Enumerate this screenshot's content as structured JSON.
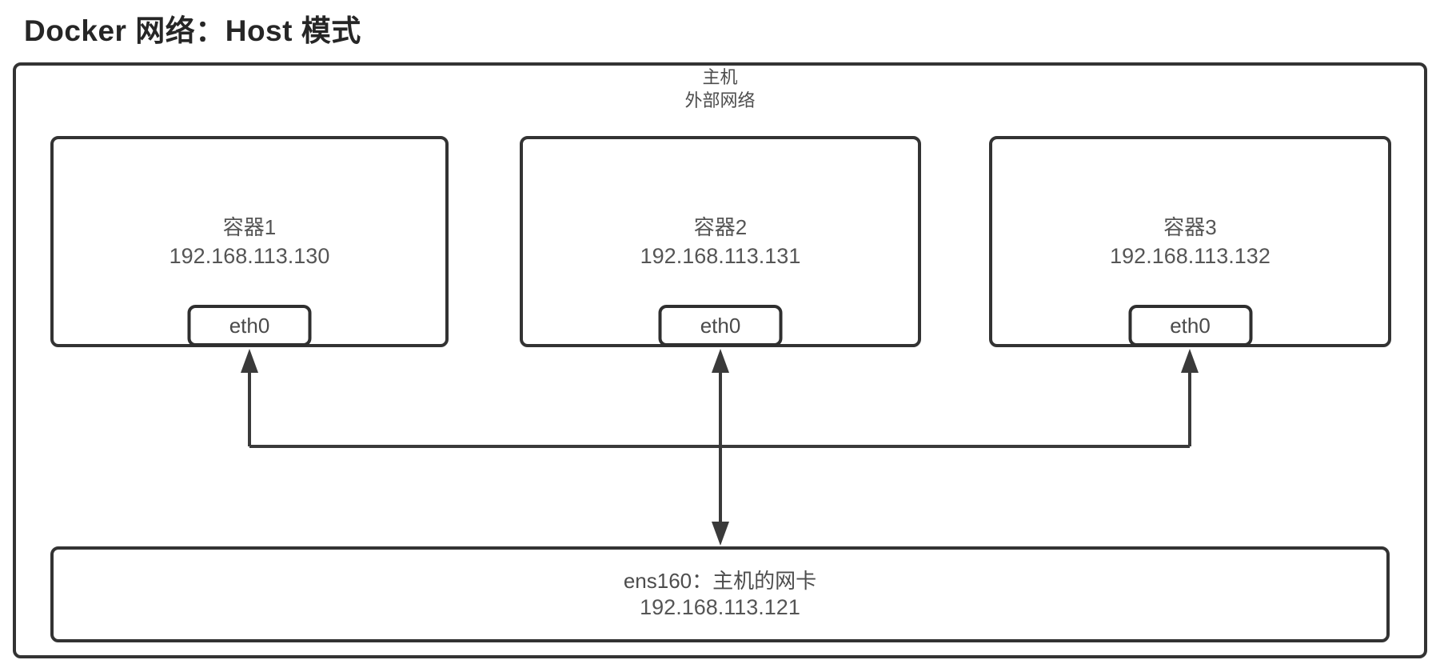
{
  "title": "Docker 网络：Host 模式",
  "host": {
    "name": "主机",
    "network": "外部网络"
  },
  "containers": [
    {
      "name": "容器1",
      "ip": "192.168.113.130",
      "interface": "eth0"
    },
    {
      "name": "容器2",
      "ip": "192.168.113.131",
      "interface": "eth0"
    },
    {
      "name": "容器3",
      "ip": "192.168.113.132",
      "interface": "eth0"
    }
  ],
  "host_nic": {
    "label": "ens160：主机的网卡",
    "ip": "192.168.113.121"
  },
  "colors": {
    "background": "#ffffff",
    "border": "#333333",
    "title_text": "#262626",
    "body_text": "#555555",
    "arrow": "#3a3a3a"
  }
}
